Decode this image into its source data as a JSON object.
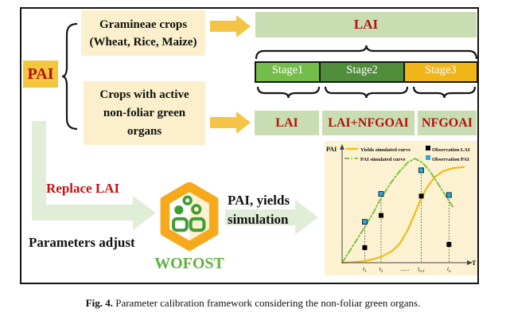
{
  "figure": {
    "pai_label": "PAI",
    "gramineae_box": {
      "line1": "Gramineae crops",
      "line2": "(Wheat, Rice, Maize)"
    },
    "crops_box": {
      "line1": "Crops with active",
      "line2": "non-foliar green",
      "line3": "organs"
    },
    "lai_bar_label": "LAI",
    "stage_bar": {
      "stage1": "Stage1",
      "stage2": "Stage2",
      "stage3": "Stage3"
    },
    "outputs": {
      "box1": "LAI",
      "box2": "LAI+NFGOAI",
      "box3": "NFGOAI"
    },
    "replace_lai_label": "Replace LAI",
    "parameters_adjust_label": "Parameters adjust",
    "wofost_label": "WOFOST",
    "sim_label": {
      "line1": "PAI, yields",
      "line2": "simulation"
    }
  },
  "chart_data": {
    "type": "line",
    "title": "",
    "ylabel": "PAI",
    "xlabel": "T",
    "grid": false,
    "legend_position": "top",
    "value_note": "schematic curves; y values normalized 0-1, no numeric axis labels shown",
    "legend": [
      {
        "label": "Yields simulated curve",
        "color": "#f2ba16",
        "kind": "solid-line"
      },
      {
        "label": "PAI simulated curve",
        "color": "#7fc142",
        "kind": "dashdot-line"
      },
      {
        "label": "Observation LAI",
        "color": "#000000",
        "kind": "square"
      },
      {
        "label": "Observation PAI",
        "color": "#2aa9e0",
        "kind": "square"
      }
    ],
    "ticks": [
      {
        "base": "t",
        "sub": "1",
        "x": 0.18,
        "line_to": 0.38
      },
      {
        "base": "t",
        "sub": "2",
        "x": 0.31,
        "line_to": 0.64
      },
      {
        "base": "......",
        "sub": "",
        "x": 0.5,
        "line_to": null
      },
      {
        "base": "t",
        "sub": "n-1",
        "x": 0.63,
        "line_to": 0.86
      },
      {
        "base": "t",
        "sub": "n",
        "x": 0.85,
        "line_to": 0.63
      }
    ],
    "series": [
      {
        "name": "Yields simulated curve",
        "type": "line",
        "color": "#f2ba16",
        "width": 2.2,
        "points": [
          [
            0,
            0
          ],
          [
            0.08,
            0.005
          ],
          [
            0.16,
            0.012
          ],
          [
            0.24,
            0.03
          ],
          [
            0.32,
            0.06
          ],
          [
            0.4,
            0.11
          ],
          [
            0.46,
            0.18
          ],
          [
            0.52,
            0.3
          ],
          [
            0.58,
            0.46
          ],
          [
            0.63,
            0.6
          ],
          [
            0.68,
            0.71
          ],
          [
            0.74,
            0.8
          ],
          [
            0.8,
            0.85
          ],
          [
            0.88,
            0.88
          ],
          [
            0.97,
            0.89
          ]
        ]
      },
      {
        "name": "PAI simulated curve",
        "type": "line",
        "color": "#7fc142",
        "width": 2,
        "dash": "7 3 1.5 3",
        "points": [
          [
            0,
            0
          ],
          [
            0.06,
            0.11
          ],
          [
            0.12,
            0.22
          ],
          [
            0.18,
            0.33
          ],
          [
            0.25,
            0.47
          ],
          [
            0.31,
            0.6
          ],
          [
            0.38,
            0.73
          ],
          [
            0.45,
            0.84
          ],
          [
            0.52,
            0.93
          ],
          [
            0.58,
            0.97
          ],
          [
            0.64,
            0.93
          ],
          [
            0.7,
            0.85
          ],
          [
            0.76,
            0.74
          ],
          [
            0.82,
            0.63
          ],
          [
            0.88,
            0.52
          ]
        ]
      },
      {
        "name": "Observation LAI",
        "type": "scatter",
        "color": "#000000",
        "points": [
          [
            0.18,
            0.14
          ],
          [
            0.31,
            0.44
          ],
          [
            0.63,
            0.62
          ],
          [
            0.85,
            0.17
          ]
        ]
      },
      {
        "name": "Observation PAI",
        "type": "scatter",
        "color": "#2aa9e0",
        "stroke": "#000000",
        "points": [
          [
            0.18,
            0.38
          ],
          [
            0.31,
            0.64
          ],
          [
            0.63,
            0.86
          ],
          [
            0.85,
            0.63
          ]
        ]
      }
    ]
  },
  "caption": {
    "bold": "Fig. 4.",
    "text": "Parameter calibration framework considering the non-foliar green organs."
  },
  "colors": {
    "pai_box": "#f3c63e",
    "cream_box": "#fbf0cb",
    "green_bar": "#c9ddb2",
    "yellow_arrow": "#f6c445",
    "pale_green_arrow": "#e0edd7",
    "stage1": "#75bd4b",
    "stage2": "#518e3b",
    "stage3": "#f0b619",
    "red_text": "#b50f0f",
    "wofost_green": "#5eb33f",
    "wofost_orange": "#f7a91c",
    "chart_bg": "#fcf2d2"
  }
}
